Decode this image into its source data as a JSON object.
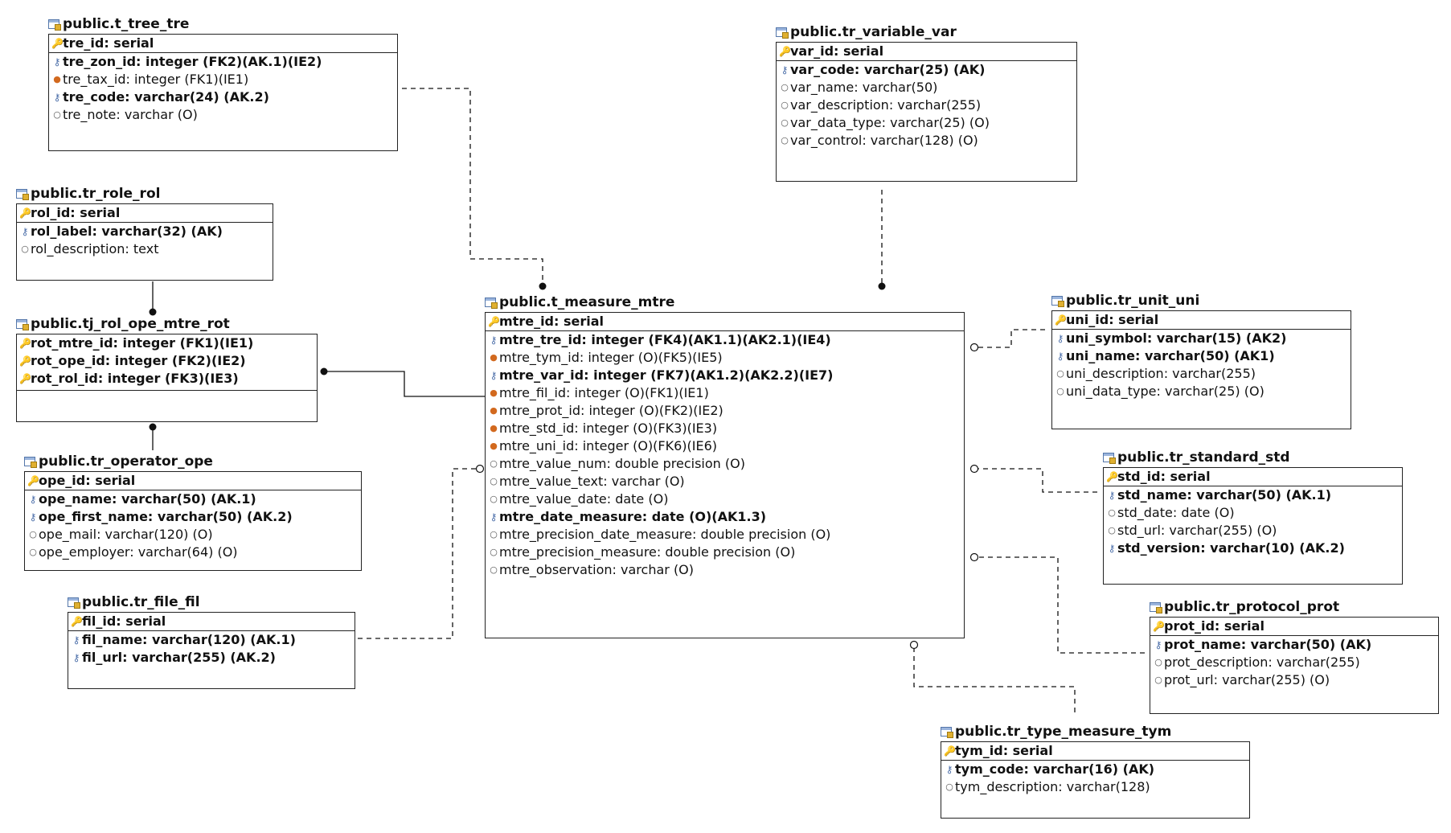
{
  "tables": [
    {
      "id": "t_tree_tre",
      "title": "public.t_tree_tre",
      "pk": {
        "text": "tre_id: serial",
        "marker": "key"
      },
      "columns": [
        {
          "text": "tre_zon_id: integer (FK2)(AK.1)(IE2)",
          "marker": "fkey",
          "bold": true
        },
        {
          "text": "tre_tax_id: integer (FK1)(IE1)",
          "marker": "fk",
          "bold": false
        },
        {
          "text": "tre_code: varchar(24) (AK.2)",
          "marker": "ak",
          "bold": true
        },
        {
          "text": "tre_note: varchar (O)",
          "marker": "attr",
          "bold": false
        }
      ]
    },
    {
      "id": "tr_variable_var",
      "title": "public.tr_variable_var",
      "pk": {
        "text": "var_id: serial",
        "marker": "key"
      },
      "columns": [
        {
          "text": "var_code: varchar(25) (AK)",
          "marker": "ak",
          "bold": true
        },
        {
          "text": "var_name: varchar(50)",
          "marker": "attr",
          "bold": false
        },
        {
          "text": "var_description: varchar(255)",
          "marker": "attr",
          "bold": false
        },
        {
          "text": "var_data_type: varchar(25) (O)",
          "marker": "attr",
          "bold": false
        },
        {
          "text": "var_control: varchar(128) (O)",
          "marker": "attr",
          "bold": false
        }
      ]
    },
    {
      "id": "tr_role_rol",
      "title": "public.tr_role_rol",
      "pk": {
        "text": "rol_id: serial",
        "marker": "key"
      },
      "columns": [
        {
          "text": "rol_label: varchar(32) (AK)",
          "marker": "ak",
          "bold": true
        },
        {
          "text": "rol_description: text",
          "marker": "attr",
          "bold": false
        }
      ]
    },
    {
      "id": "tj_rol_ope_mtre_rot",
      "title": "public.tj_rol_ope_mtre_rot",
      "pk_multi": [
        {
          "text": "rot_mtre_id: integer (FK1)(IE1)",
          "marker": "key"
        },
        {
          "text": "rot_ope_id: integer (FK2)(IE2)",
          "marker": "key"
        },
        {
          "text": "rot_rol_id: integer (FK3)(IE3)",
          "marker": "key"
        }
      ],
      "columns": []
    },
    {
      "id": "t_measure_mtre",
      "title": "public.t_measure_mtre",
      "pk": {
        "text": "mtre_id: serial",
        "marker": "key"
      },
      "columns": [
        {
          "text": "mtre_tre_id: integer (FK4)(AK1.1)(AK2.1)(IE4)",
          "marker": "fkey",
          "bold": true
        },
        {
          "text": "mtre_tym_id: integer (O)(FK5)(IE5)",
          "marker": "fk",
          "bold": false
        },
        {
          "text": "mtre_var_id: integer (FK7)(AK1.2)(AK2.2)(IE7)",
          "marker": "fkey",
          "bold": true
        },
        {
          "text": "mtre_fil_id: integer (O)(FK1)(IE1)",
          "marker": "fk",
          "bold": false
        },
        {
          "text": "mtre_prot_id: integer (O)(FK2)(IE2)",
          "marker": "fk",
          "bold": false
        },
        {
          "text": "mtre_std_id: integer (O)(FK3)(IE3)",
          "marker": "fk",
          "bold": false
        },
        {
          "text": "mtre_uni_id: integer (O)(FK6)(IE6)",
          "marker": "fk",
          "bold": false
        },
        {
          "text": "mtre_value_num: double precision (O)",
          "marker": "attr",
          "bold": false
        },
        {
          "text": "mtre_value_text: varchar (O)",
          "marker": "attr",
          "bold": false
        },
        {
          "text": "mtre_value_date: date (O)",
          "marker": "attr",
          "bold": false
        },
        {
          "text": "mtre_date_measure: date (O)(AK1.3)",
          "marker": "ak",
          "bold": true
        },
        {
          "text": "mtre_precision_date_measure: double precision (O)",
          "marker": "attr",
          "bold": false
        },
        {
          "text": "mtre_precision_measure: double precision (O)",
          "marker": "attr",
          "bold": false
        },
        {
          "text": "mtre_observation: varchar (O)",
          "marker": "attr",
          "bold": false
        }
      ]
    },
    {
      "id": "tr_unit_uni",
      "title": "public.tr_unit_uni",
      "pk": {
        "text": "uni_id: serial",
        "marker": "key"
      },
      "columns": [
        {
          "text": "uni_symbol: varchar(15) (AK2)",
          "marker": "ak",
          "bold": true
        },
        {
          "text": "uni_name: varchar(50) (AK1)",
          "marker": "ak",
          "bold": true
        },
        {
          "text": "uni_description: varchar(255)",
          "marker": "attr",
          "bold": false
        },
        {
          "text": "uni_data_type: varchar(25) (O)",
          "marker": "attr",
          "bold": false
        }
      ]
    },
    {
      "id": "tr_operator_ope",
      "title": "public.tr_operator_ope",
      "pk": {
        "text": "ope_id: serial",
        "marker": "key"
      },
      "columns": [
        {
          "text": "ope_name: varchar(50) (AK.1)",
          "marker": "ak",
          "bold": true
        },
        {
          "text": "ope_first_name: varchar(50) (AK.2)",
          "marker": "ak",
          "bold": true
        },
        {
          "text": "ope_mail: varchar(120) (O)",
          "marker": "attr",
          "bold": false
        },
        {
          "text": "ope_employer: varchar(64) (O)",
          "marker": "attr",
          "bold": false
        }
      ]
    },
    {
      "id": "tr_standard_std",
      "title": "public.tr_standard_std",
      "pk": {
        "text": "std_id: serial",
        "marker": "key"
      },
      "columns": [
        {
          "text": "std_name: varchar(50) (AK.1)",
          "marker": "ak",
          "bold": true
        },
        {
          "text": "std_date: date (O)",
          "marker": "attr",
          "bold": false
        },
        {
          "text": "std_url: varchar(255) (O)",
          "marker": "attr",
          "bold": false
        },
        {
          "text": "std_version: varchar(10) (AK.2)",
          "marker": "ak",
          "bold": true
        }
      ]
    },
    {
      "id": "tr_file_fil",
      "title": "public.tr_file_fil",
      "pk": {
        "text": "fil_id: serial",
        "marker": "key"
      },
      "columns": [
        {
          "text": "fil_name: varchar(120) (AK.1)",
          "marker": "ak",
          "bold": true
        },
        {
          "text": "fil_url: varchar(255) (AK.2)",
          "marker": "ak",
          "bold": true
        }
      ]
    },
    {
      "id": "tr_protocol_prot",
      "title": "public.tr_protocol_prot",
      "pk": {
        "text": "prot_id: serial",
        "marker": "key"
      },
      "columns": [
        {
          "text": "prot_name: varchar(50) (AK)",
          "marker": "ak",
          "bold": true
        },
        {
          "text": "prot_description: varchar(255)",
          "marker": "attr",
          "bold": false
        },
        {
          "text": "prot_url: varchar(255) (O)",
          "marker": "attr",
          "bold": false
        }
      ]
    },
    {
      "id": "tr_type_measure_tym",
      "title": "public.tr_type_measure_tym",
      "pk": {
        "text": "tym_id: serial",
        "marker": "key"
      },
      "columns": [
        {
          "text": "tym_code: varchar(16) (AK)",
          "marker": "ak",
          "bold": true
        },
        {
          "text": "tym_description: varchar(128)",
          "marker": "attr",
          "bold": false
        }
      ]
    }
  ],
  "markers": {
    "key": "🔑",
    "fkey": "⚷",
    "ak": "⚷",
    "fk": "●",
    "attr": "○"
  },
  "relationships": [
    {
      "from": "t_tree_tre",
      "to": "t_measure_mtre",
      "style": "dashed",
      "end": "dot"
    },
    {
      "from": "tr_variable_var",
      "to": "t_measure_mtre",
      "style": "dashed",
      "end": "dot"
    },
    {
      "from": "tr_role_rol",
      "to": "tj_rol_ope_mtre_rot",
      "style": "solid",
      "end": "dot"
    },
    {
      "from": "tr_operator_ope",
      "to": "tj_rol_ope_mtre_rot",
      "style": "solid",
      "end": "dot"
    },
    {
      "from": "t_measure_mtre",
      "to": "tj_rol_ope_mtre_rot",
      "style": "solid",
      "end": "dot"
    },
    {
      "from": "tr_unit_uni",
      "to": "t_measure_mtre",
      "style": "dashed",
      "end": "circle"
    },
    {
      "from": "tr_file_fil",
      "to": "t_measure_mtre",
      "style": "dashed",
      "end": "circle"
    },
    {
      "from": "tr_standard_std",
      "to": "t_measure_mtre",
      "style": "dashed",
      "end": "circle"
    },
    {
      "from": "tr_protocol_prot",
      "to": "t_measure_mtre",
      "style": "dashed",
      "end": "circle"
    },
    {
      "from": "tr_type_measure_tym",
      "to": "t_measure_mtre",
      "style": "dashed",
      "end": "circle"
    }
  ]
}
